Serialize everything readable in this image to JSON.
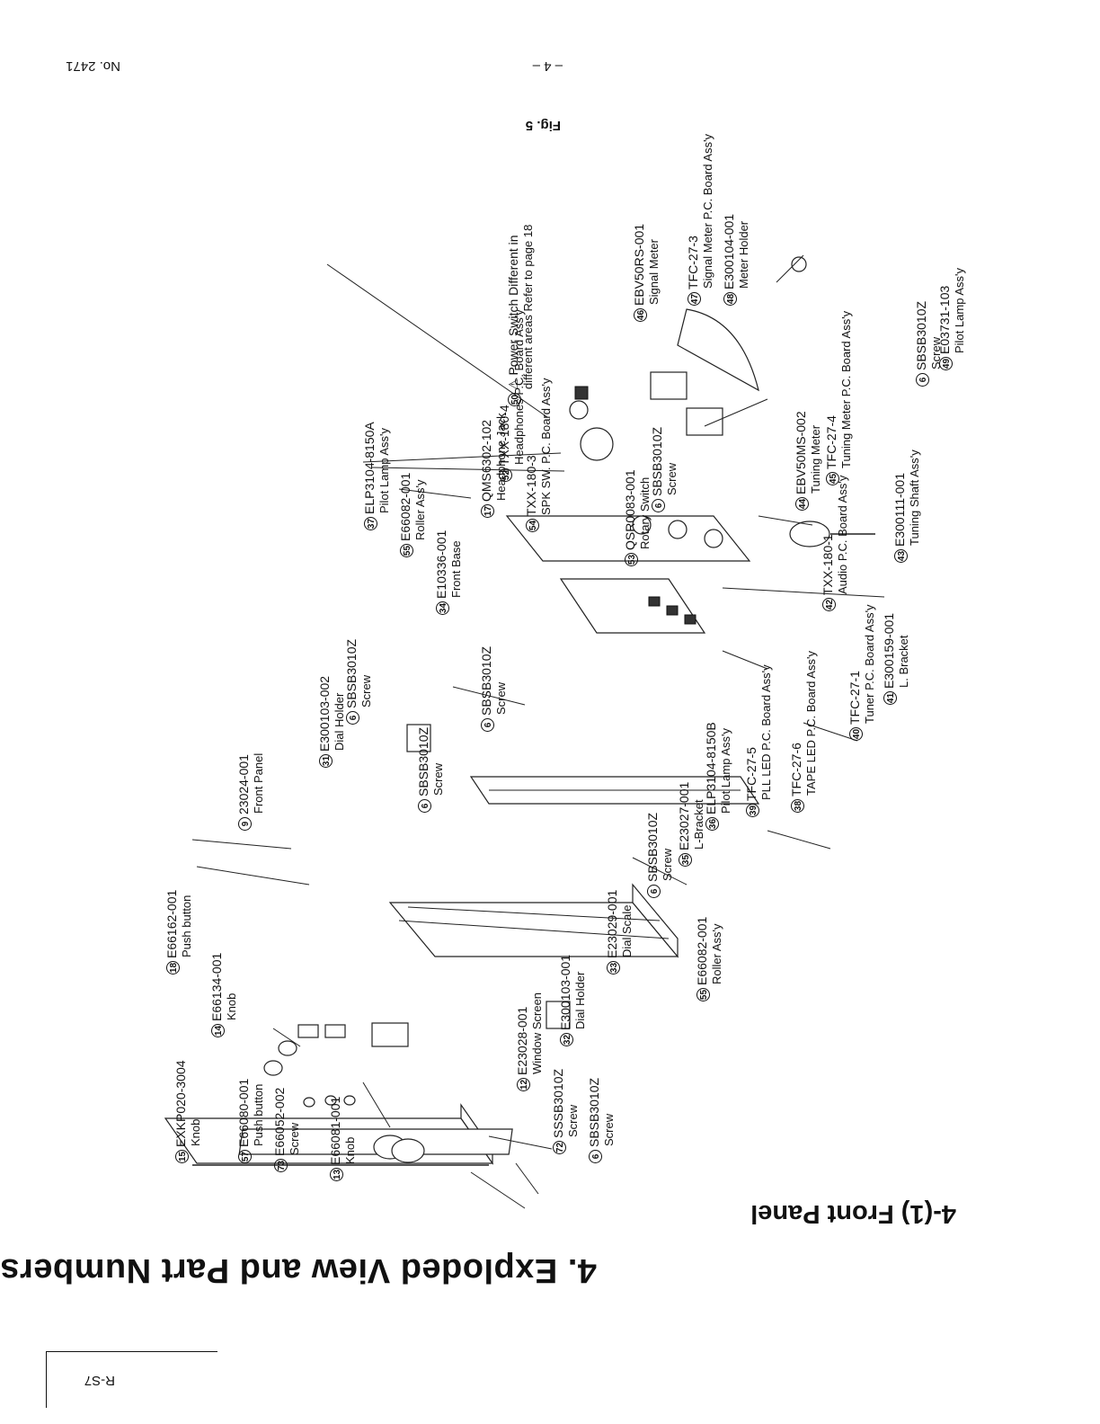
{
  "header": {
    "title": "4. Exploded View and Part Numbers",
    "subtitle": "4-(1)  Front Panel",
    "model": "R-S7"
  },
  "footer": {
    "page_number": "– 4 –",
    "doc_number": "No. 2471",
    "figure_caption": "Fig. 5"
  },
  "callouts": [
    {
      "num": "12",
      "part": "E23028-001",
      "desc": "Window Screen"
    },
    {
      "num": "72",
      "part": "SSSB3010Z",
      "desc": "Screw"
    },
    {
      "num": "6",
      "part": "SBSB3010Z",
      "desc": "Screw"
    },
    {
      "num": "13",
      "part": "E66081-001",
      "desc": "Knob"
    },
    {
      "num": "73",
      "part": "E66052-002",
      "desc": "Screw"
    },
    {
      "num": "57",
      "part": "E66080-001",
      "desc": "Push button"
    },
    {
      "num": "15",
      "part": "EXKP020-3004",
      "desc": "Knob"
    },
    {
      "num": "14",
      "part": "E66134-001",
      "desc": "Knob"
    },
    {
      "num": "18",
      "part": "E66162-001",
      "desc": "Push button"
    },
    {
      "num": "32",
      "part": "E300103-001",
      "desc": "Dial Holder"
    },
    {
      "num": "33",
      "part": "E23029-001",
      "desc": "Dial Scale"
    },
    {
      "num": "55",
      "part": "E66082-001",
      "desc": "Roller Ass'y"
    },
    {
      "num": "6",
      "part": "SBSB3010Z",
      "desc": "Screw"
    },
    {
      "num": "35",
      "part": "E23027-001",
      "desc": "L-Bracket"
    },
    {
      "num": "36",
      "part": "ELP3104-8150B",
      "desc": "Pilot Lamp Ass'y"
    },
    {
      "num": "39",
      "part": "TFC-27-5",
      "desc": "PLL LED P.C. Board Ass'y"
    },
    {
      "num": "38",
      "part": "TFC-27-6",
      "desc": "TAPE LED P.C. Board Ass'y"
    },
    {
      "num": "40",
      "part": "TFC-27-1",
      "desc": "Tuner P.C. Board Ass'y"
    },
    {
      "num": "41",
      "part": "E300159-001",
      "desc": "L. Bracket"
    },
    {
      "num": "43",
      "part": "E300111-001",
      "desc": "Tuning Shaft Ass'y"
    },
    {
      "num": "42",
      "part": "TXX-180-1",
      "desc": "Audio P.C. Board Ass'y"
    },
    {
      "num": "44",
      "part": "EBV50MS-002",
      "desc": "Tuning Meter"
    },
    {
      "num": "45",
      "part": "TFC-27-4",
      "desc": "Tuning Meter P.C. Board Ass'y"
    },
    {
      "num": "6",
      "part": "SBSB3010Z",
      "desc": "Screw"
    },
    {
      "num": "49",
      "part": "E03731-103",
      "desc": "Pilot Lamp Ass'y"
    },
    {
      "num": "48",
      "part": "E300104-001",
      "desc": "Meter Holder"
    },
    {
      "num": "47",
      "part": "TFC-27-3",
      "desc": "Signal Meter P.C. Board Ass'y"
    },
    {
      "num": "46",
      "part": "EBV50RS-001",
      "desc": "Signal Meter"
    },
    {
      "num": "50",
      "part": "⚠ Power Switch Different in",
      "desc": "different areas Refer to page 18"
    },
    {
      "num": "52",
      "part": "TXX-180-4",
      "desc": "Headphones P.C. Board Ass'y"
    },
    {
      "num": "17",
      "part": "QMS6302-102",
      "desc": "Headphone Jack"
    },
    {
      "num": "54",
      "part": "TXX-180-3",
      "desc": "SPK SW. P.C. Board Ass'y"
    },
    {
      "num": "6",
      "part": "SBSB3010Z",
      "desc": "Screw"
    },
    {
      "num": "53",
      "part": "QSR0083-001",
      "desc": "Rotary Switch"
    },
    {
      "num": "37",
      "part": "ELP3104-8150A",
      "desc": "Pilot Lamp Ass'y"
    },
    {
      "num": "55",
      "part": "E66082-001",
      "desc": "Roller Ass'y"
    },
    {
      "num": "34",
      "part": "E10336-001",
      "desc": "Front Base"
    },
    {
      "num": "6",
      "part": "SBSB3010Z",
      "desc": "Screw"
    },
    {
      "num": "31",
      "part": "E300103-002",
      "desc": "Dial Holder"
    },
    {
      "num": "6",
      "part": "SBSB3010Z",
      "desc": "Screw"
    },
    {
      "num": "6",
      "part": "SBSB3010Z",
      "desc": "Screw"
    },
    {
      "num": "9",
      "part": "23024-001",
      "desc": "Front Panel"
    }
  ]
}
